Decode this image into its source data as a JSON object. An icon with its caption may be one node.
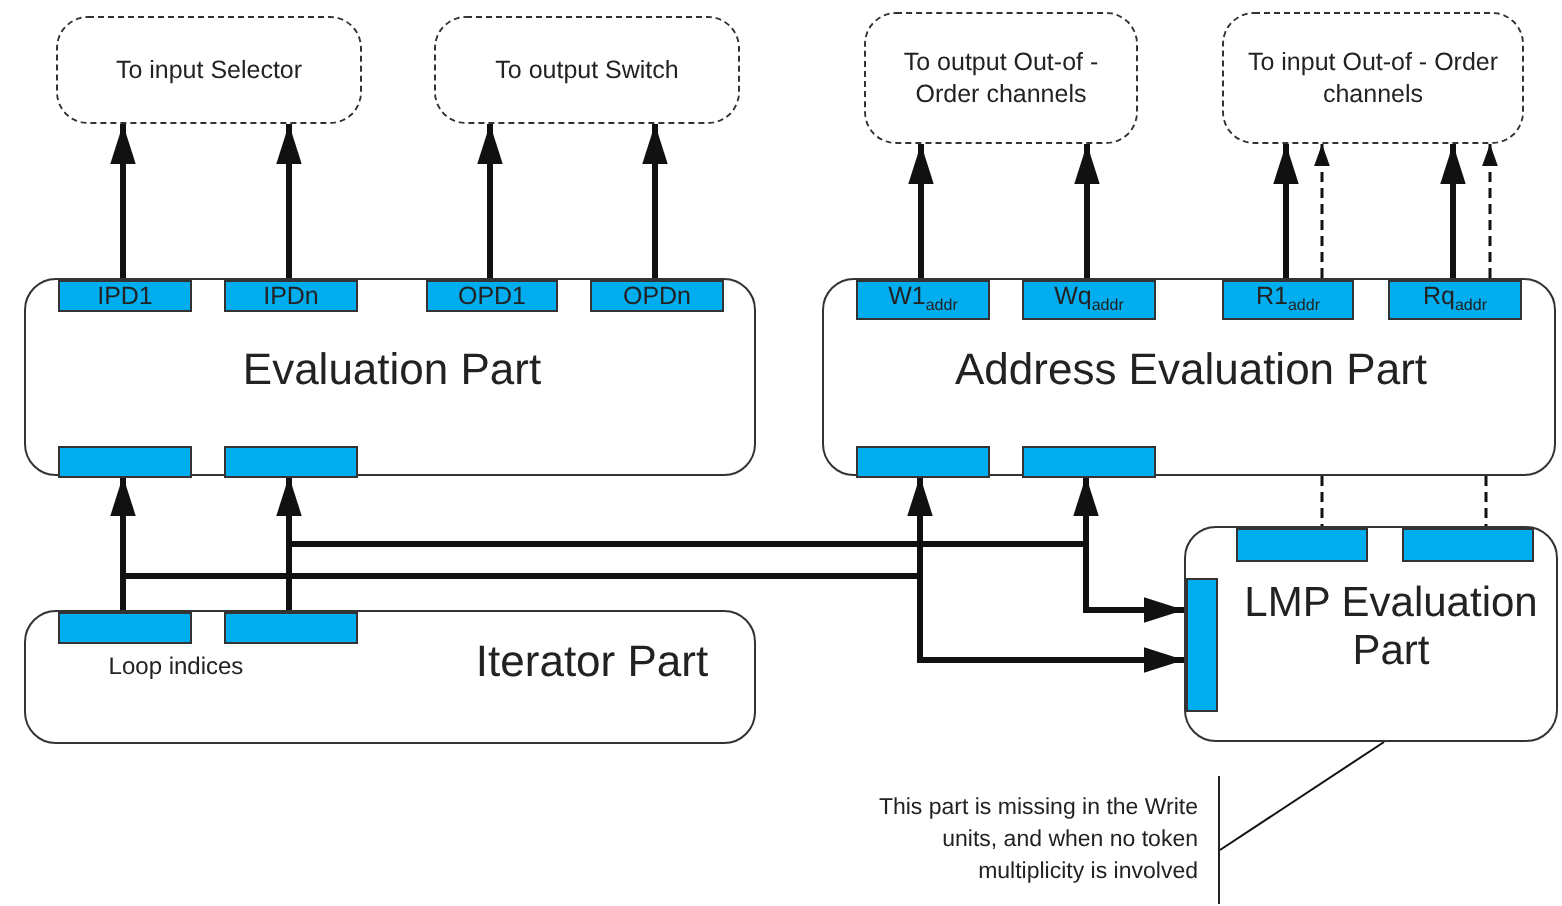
{
  "diagram": {
    "nodes": [
      {
        "text": [
          "To input Selector"
        ]
      },
      {
        "text": [
          "To output Switch"
        ]
      },
      {
        "text": [
          "To output Out-of - Order channels"
        ]
      },
      {
        "text": [
          "To input Out-of - Order channels"
        ]
      },
      {
        "text": [
          "Evaluation Part"
        ]
      },
      {
        "text": [
          "IPD1"
        ],
        "in": 4
      },
      {
        "text": [
          "IPDn"
        ],
        "in": 4
      },
      {
        "text": [
          "OPD1"
        ],
        "in": 4
      },
      {
        "text": [
          "OPDn"
        ],
        "in": 4
      },
      {
        "text": [],
        "shape": "box",
        "in": 4
      },
      {
        "text": [],
        "shape": "box",
        "in": 4
      },
      {
        "text": [
          "Address Evaluation Part"
        ]
      },
      {
        "text": [
          "W1$_{addr}$"
        ],
        "in": 11
      },
      {
        "text": [
          "Wq$_{addr}$"
        ],
        "in": 11
      },
      {
        "text": [
          "R1$_{addr}$"
        ],
        "in": 11
      },
      {
        "text": [
          "Rq$_{addr}$"
        ],
        "in": 11
      },
      {
        "text": [],
        "shape": "box",
        "in": 11
      },
      {
        "text": [],
        "shape": "box",
        "in": 11
      },
      {
        "text": [
          "Loop indices",
          "Iterator Part"
        ]
      },
      {
        "text": [],
        "shape": "box",
        "in": 18
      },
      {
        "text": [],
        "shape": "box",
        "in": 18
      },
      {
        "text": [
          "LMP Evaluation Part"
        ]
      },
      {
        "text": [],
        "shape": "box",
        "in": 21
      },
      {
        "text": [],
        "shape": "box",
        "in": 21
      },
      {
        "text": [],
        "shape": "box",
        "in": 21
      },
      {
        "text": [
          "This part is missing in the Write units, and when no token multiplicity is involved"
        ]
      }
    ],
    "edges": [
      {
        "from": 5,
        "to": 0,
        "arrow": "to"
      },
      {
        "from": 6,
        "to": 0,
        "arrow": "to"
      },
      {
        "from": 7,
        "to": 1,
        "arrow": "to"
      },
      {
        "from": 8,
        "to": 1,
        "arrow": "to"
      },
      {
        "from": 12,
        "to": 2,
        "arrow": "to"
      },
      {
        "from": 13,
        "to": 2,
        "arrow": "to"
      },
      {
        "from": 14,
        "to": 3,
        "arrow": "to"
      },
      {
        "from": 14,
        "to": 3,
        "arrow": "to",
        "style": "dashed"
      },
      {
        "from": 15,
        "to": 3,
        "arrow": "to"
      },
      {
        "from": 15,
        "to": 3,
        "arrow": "to",
        "style": "dashed"
      },
      {
        "from": 11,
        "to": 22,
        "arrow": "none",
        "style": "dashed"
      },
      {
        "from": 11,
        "to": 23,
        "arrow": "none",
        "style": "dashed"
      },
      {
        "from": 19,
        "to": 9,
        "arrow": "to"
      },
      {
        "from": 19,
        "to": 16,
        "arrow": "to"
      },
      {
        "from": 19,
        "to": 24,
        "arrow": "to"
      },
      {
        "from": 20,
        "to": 10,
        "arrow": "to"
      },
      {
        "from": 20,
        "to": 17,
        "arrow": "to"
      },
      {
        "from": 20,
        "to": 24,
        "arrow": "to"
      },
      {
        "from": 25,
        "to": 21,
        "arrow": "none"
      }
    ]
  }
}
